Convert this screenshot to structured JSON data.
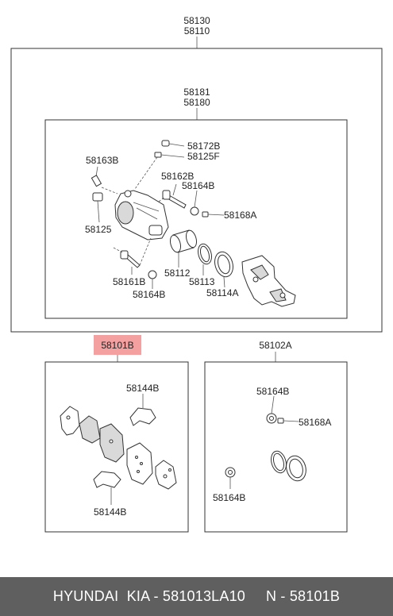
{
  "assembly": {
    "code_a": "58130",
    "code_b": "58110"
  },
  "caliper": {
    "code_a": "58181",
    "code_b": "58180",
    "parts": [
      "58172B",
      "58125F",
      "58163B",
      "58162B",
      "58164B",
      "58168A",
      "58125",
      "58112",
      "58113",
      "58114A",
      "58161B",
      "58164B"
    ]
  },
  "pad_kit": {
    "code": "58101B",
    "highlight_color": "#f4a0a0",
    "parts": [
      "58144B",
      "58144B"
    ]
  },
  "seal_kit": {
    "code": "58102A",
    "parts": [
      "58164B",
      "58168A",
      "58164B"
    ]
  },
  "footer": {
    "text": "HYUNDAI  KIA - 581013LA10     N - 58101B"
  }
}
